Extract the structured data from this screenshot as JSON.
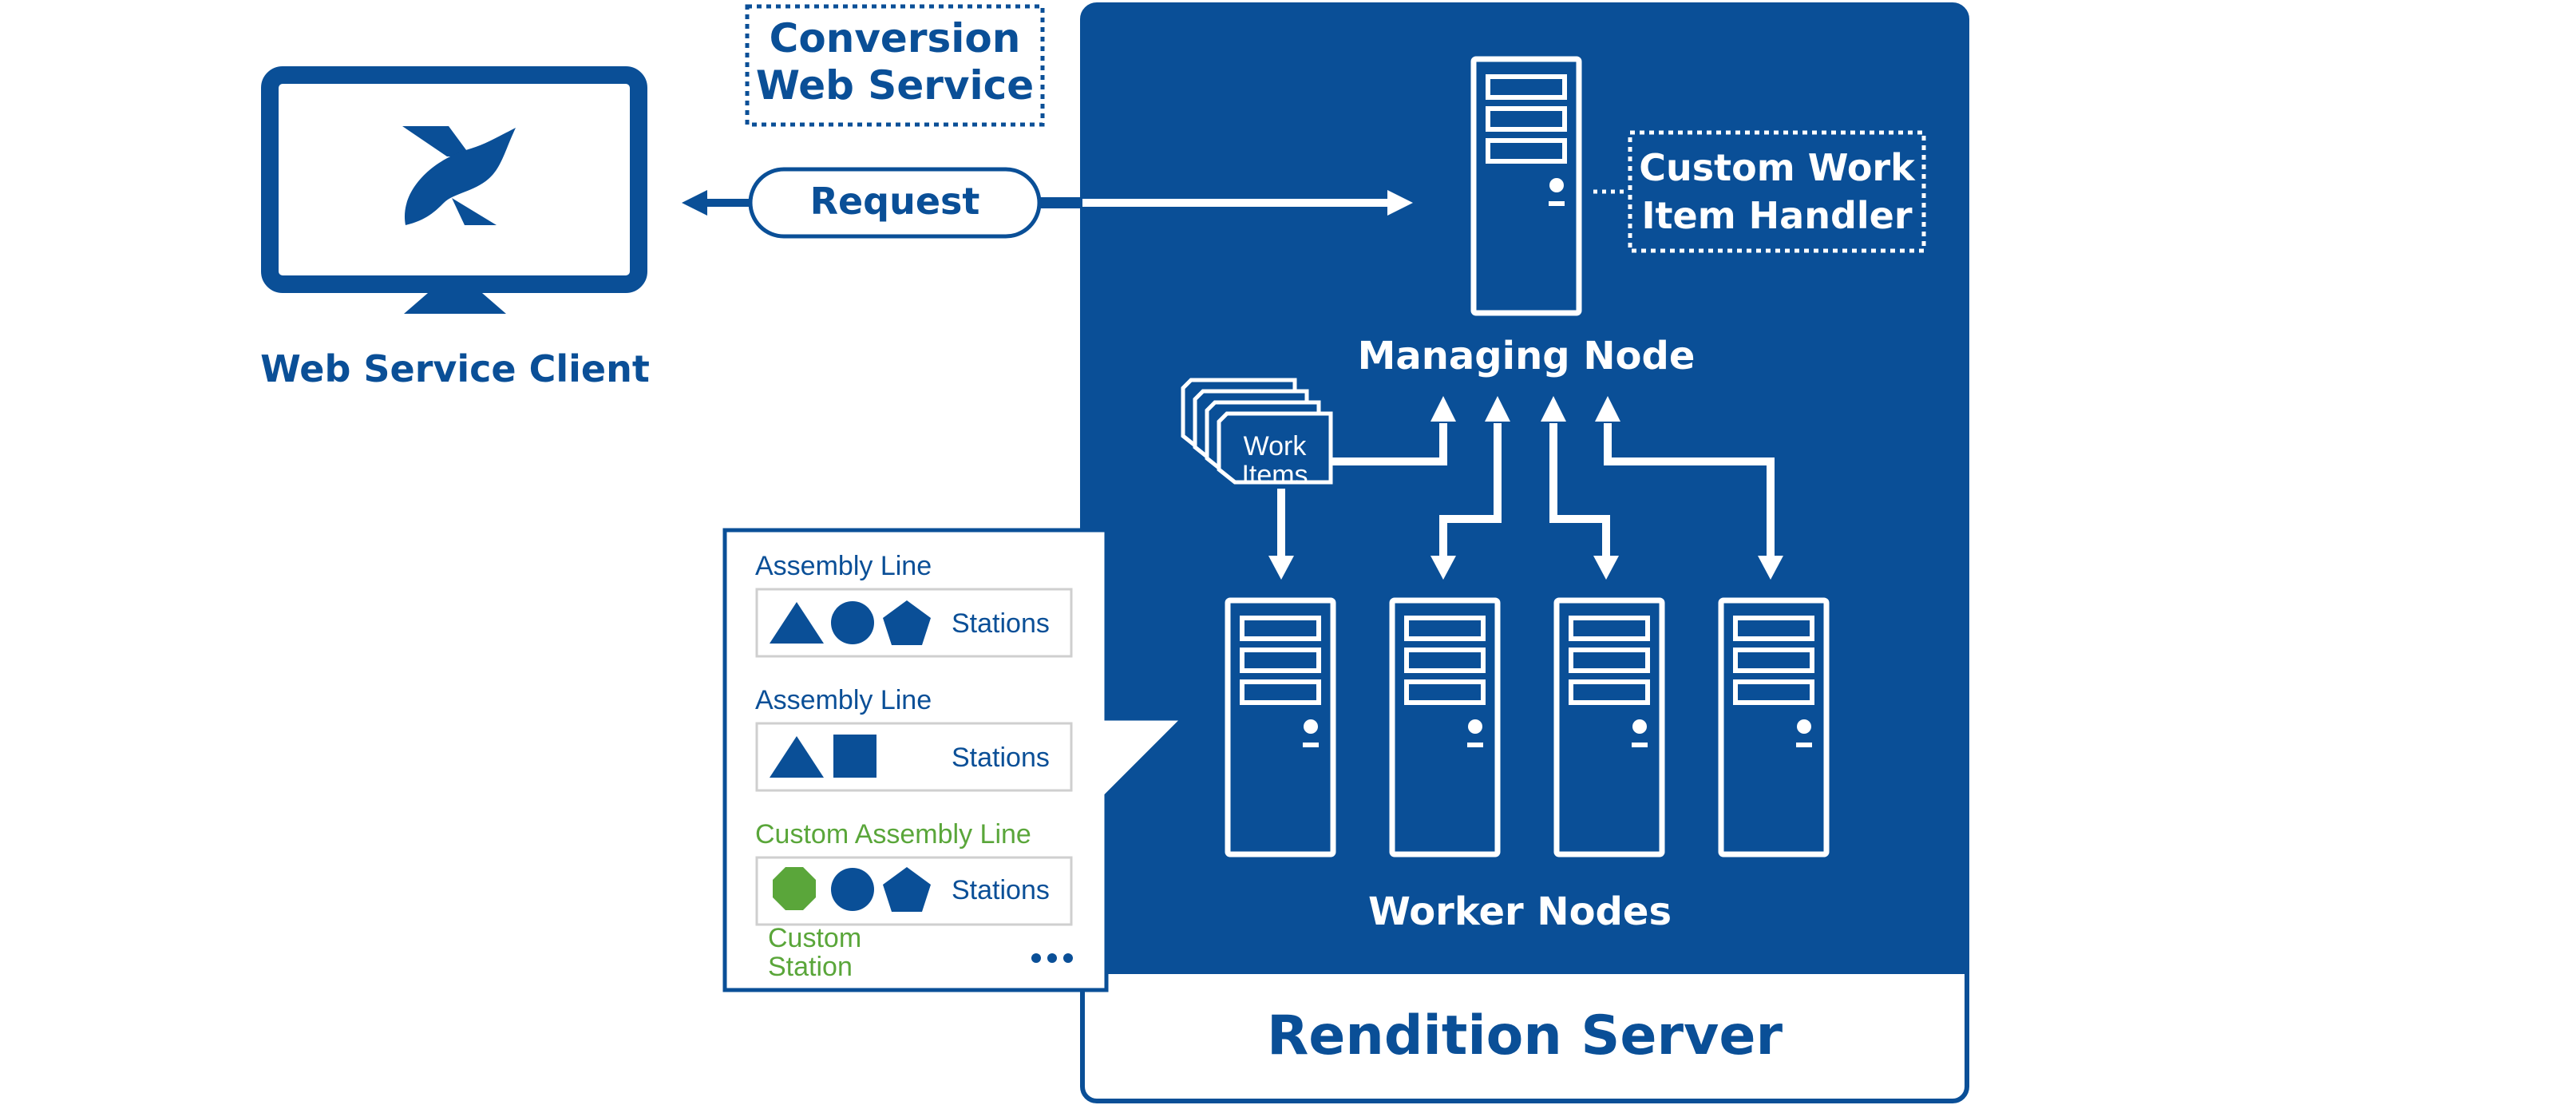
{
  "colors": {
    "primary": "#0a4f97",
    "white": "#ffffff",
    "green": "#5aa63a",
    "border_gray": "#cfcfcf"
  },
  "icons": {
    "client_logo": "accusoft-logo-icon",
    "server": "server-tower-icon",
    "work_items": "stacked-documents-icon",
    "more": "ellipsis-icon"
  },
  "labels": {
    "conversion_service_line1": "Conversion",
    "conversion_service_line2": "Web Service",
    "request": "Request",
    "web_service_client": "Web Service Client",
    "custom_handler_line1": "Custom Work",
    "custom_handler_line2": "Item Handler",
    "managing_node": "Managing Node",
    "work_items_line1": "Work",
    "work_items_line2": "Items",
    "worker_nodes": "Worker Nodes",
    "rendition_server": "Rendition Server"
  },
  "callout": {
    "lines": [
      {
        "title": "Assembly Line",
        "stations_label": "Stations",
        "shapes": [
          "triangle",
          "circle",
          "pentagon"
        ],
        "custom": false
      },
      {
        "title": "Assembly Line",
        "stations_label": "Stations",
        "shapes": [
          "triangle",
          "square"
        ],
        "custom": false
      },
      {
        "title": "Custom Assembly Line",
        "stations_label": "Stations",
        "shapes": [
          "octagon",
          "circle",
          "pentagon"
        ],
        "custom": true
      }
    ],
    "custom_station_line1": "Custom",
    "custom_station_line2": "Station",
    "more": "..."
  }
}
